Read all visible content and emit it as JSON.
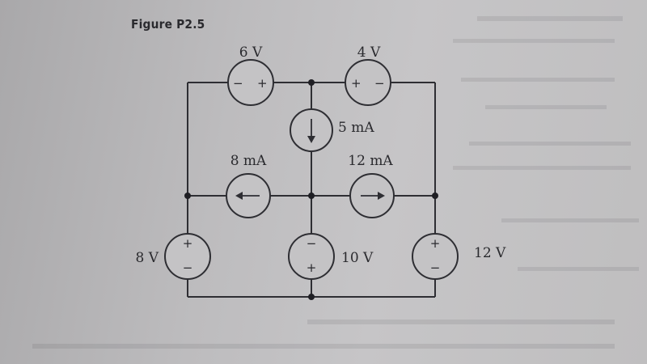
{
  "figure": {
    "title": "Figure P2.5"
  },
  "sources": {
    "v6": {
      "value": "6 V",
      "minus": "−",
      "plus": "+"
    },
    "v4": {
      "value": "4 V",
      "minus": "−",
      "plus": "+"
    },
    "i5": {
      "value": "5 mA"
    },
    "i8": {
      "value": "8 mA"
    },
    "i12": {
      "value": "12 mA"
    },
    "v8": {
      "value": "8 V",
      "plus": "+",
      "minus": "−"
    },
    "v10": {
      "value": "10 V",
      "plus": "+",
      "minus": "−"
    },
    "v12": {
      "value": "12 V",
      "plus": "+",
      "minus": "−"
    }
  },
  "colors": {
    "ink": "#2e2e33",
    "paper": "#c4c3c5"
  }
}
